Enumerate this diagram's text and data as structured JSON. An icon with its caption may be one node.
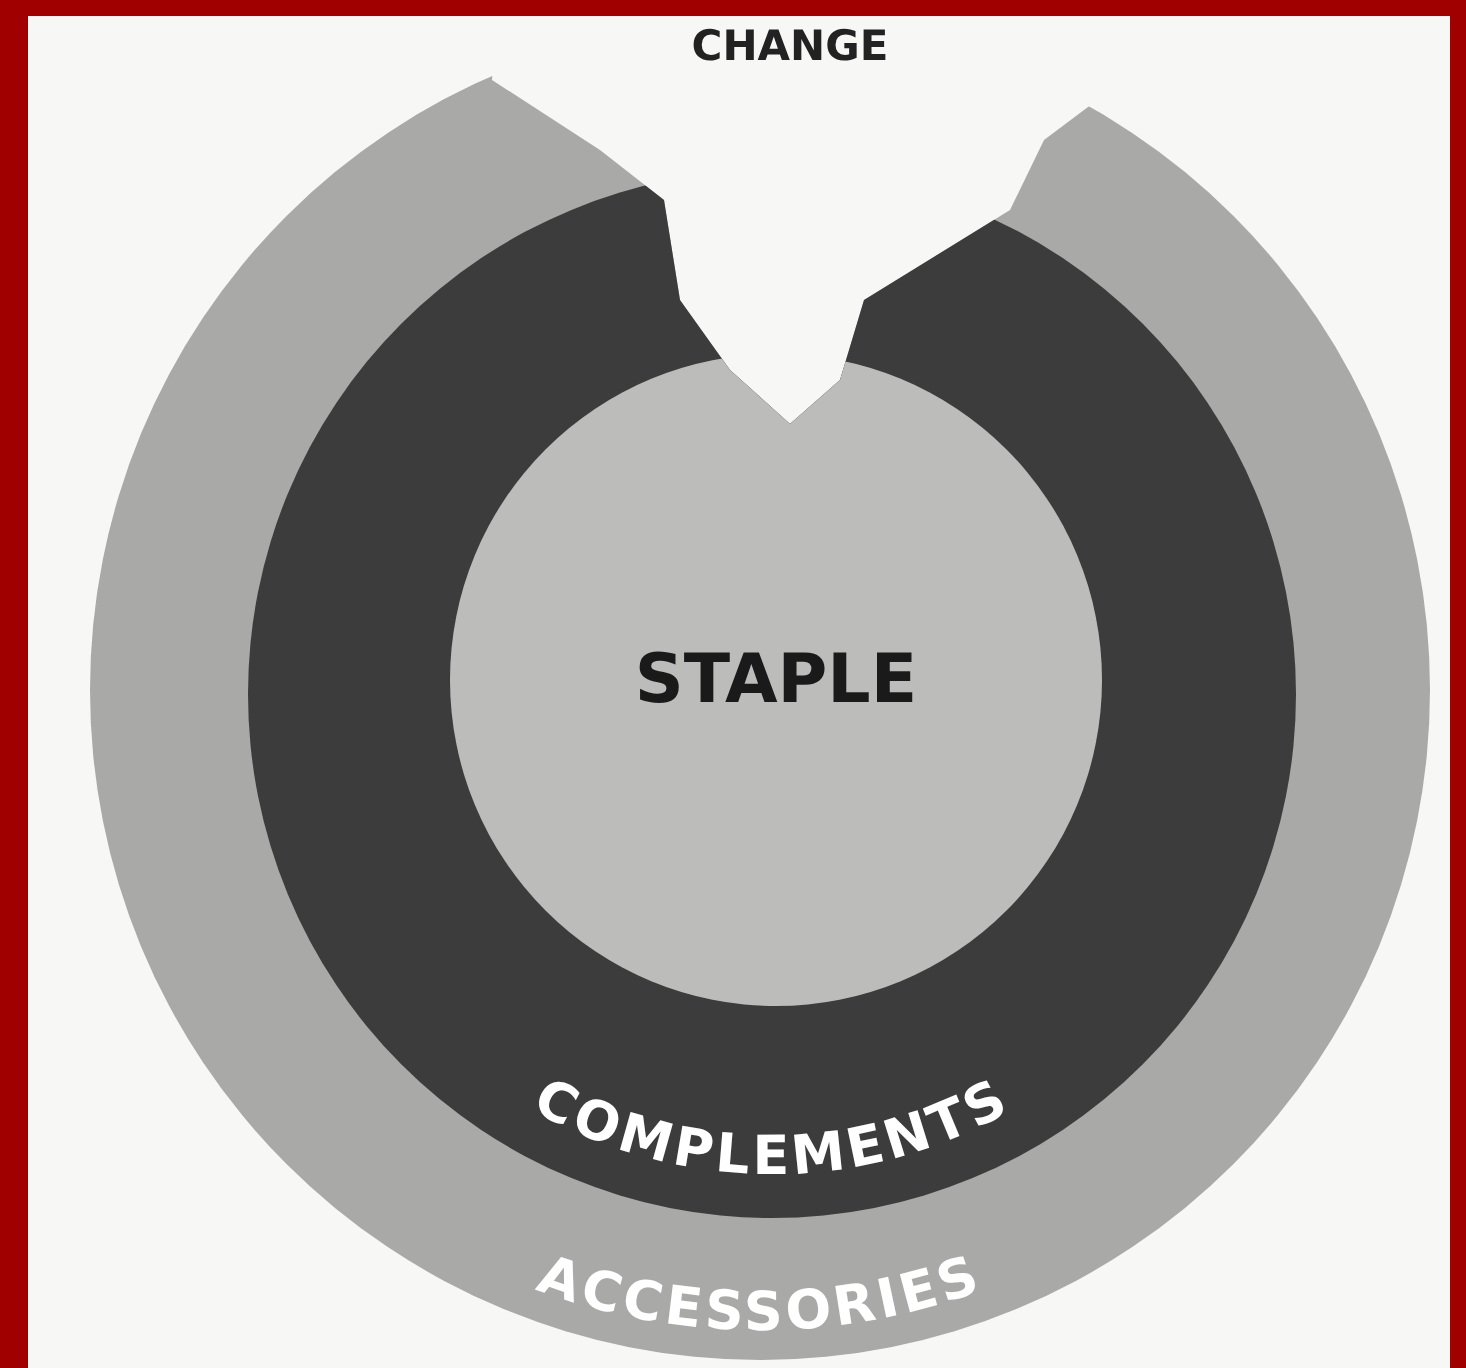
{
  "diagram": {
    "nodes": [
      {
        "text": [
          "ACCESSORIES"
        ]
      },
      {
        "text": [
          "COMPLEMENTS"
        ],
        "in": 0
      },
      {
        "text": [
          "STAPLE"
        ],
        "in": 1
      }
    ],
    "labels": [
      "CHANGE"
    ]
  }
}
